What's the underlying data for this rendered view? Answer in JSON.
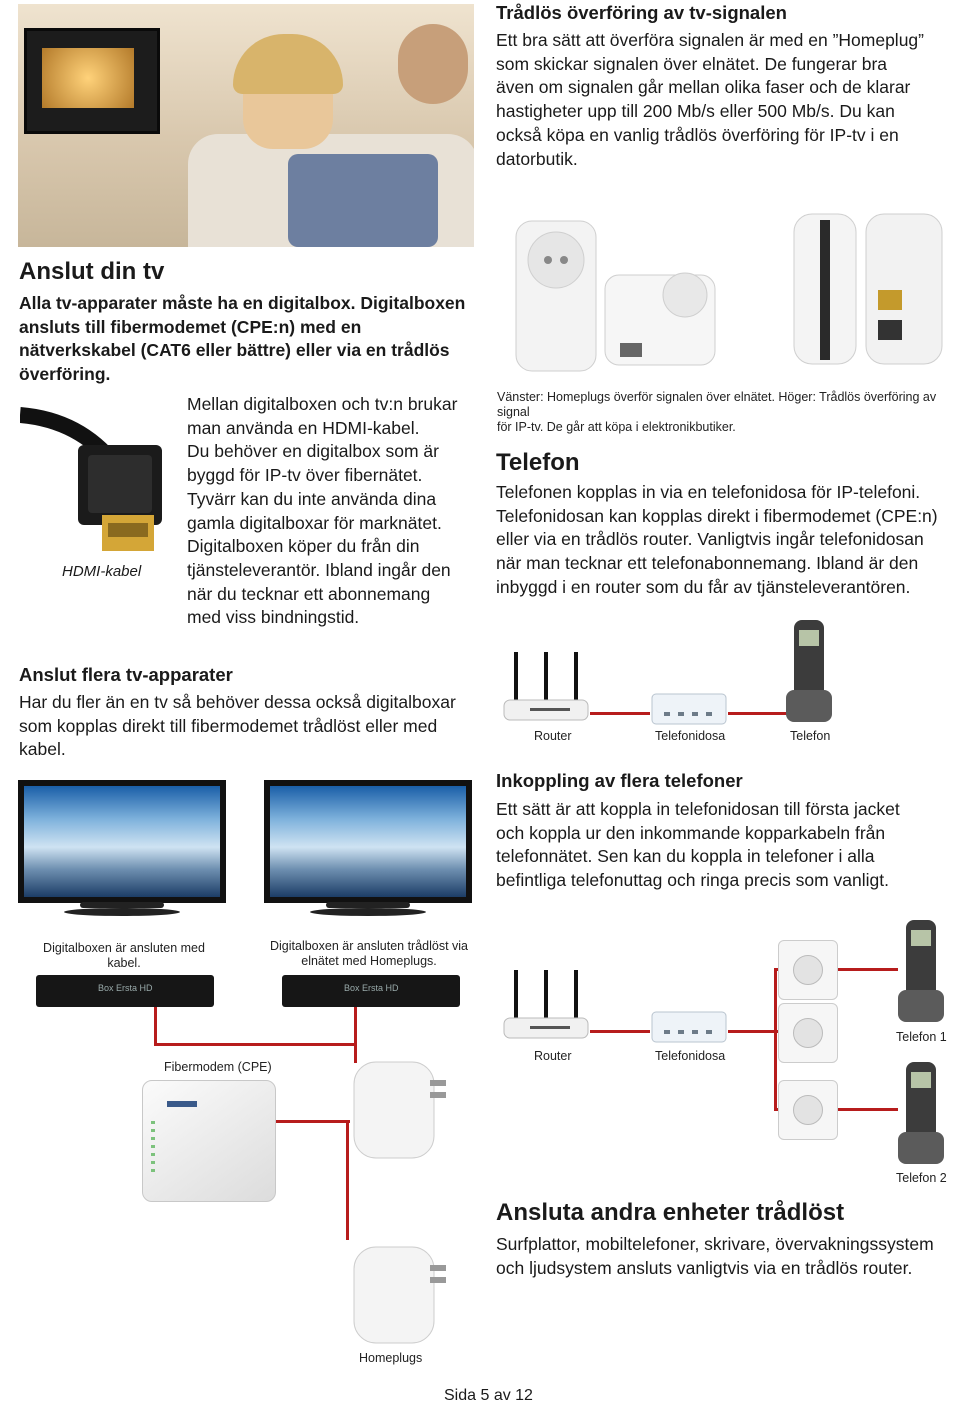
{
  "top_right": {
    "heading": "Trådlös överföring av tv-signalen",
    "lines": [
      "Ett bra sätt att överföra signalen är med en ”Homeplug”",
      "som skickar signalen över elnätet. De fungerar bra",
      "även om signalen går mellan olika faser och de klarar",
      "hastigheter upp till 200 Mb/s eller 500 Mb/s. Du kan",
      "också köpa en vanlig trådlös överföring för IP-tv i en",
      "datorbutik."
    ]
  },
  "anslut_tv": {
    "heading": "Anslut din tv",
    "intro_lines": [
      "Alla tv-apparater måste ha en digitalbox. Digitalboxen",
      "ansluts till fibermodemet (CPE:n) med en",
      "nätverkskabel (CAT6 eller bättre) eller via en trådlös",
      "överföring."
    ],
    "hdmi_caption": "HDMI-kabel",
    "body_lines": [
      "Mellan digitalboxen och tv:n brukar",
      "man använda en HDMI-kabel.",
      "Du behöver en digitalbox som är",
      "byggd för IP-tv över fibernätet.",
      "Tyvärr kan du inte använda dina",
      "gamla digitalboxar för marknätet.",
      "Digitalboxen köper du från din",
      "tjänsteleverantör. Ibland ingår den",
      "när du tecknar ett abonnemang",
      "med viss bindningstid."
    ]
  },
  "homeplug_caption_lines": [
    "Vänster: Homeplugs överför signalen över elnätet. Höger: Trådlös överföring av signal",
    "för IP-tv. De går att köpa i elektronikbutiker."
  ],
  "telefon": {
    "heading": "Telefon",
    "lines": [
      "Telefonen kopplas in via en telefonidosa för IP-telefoni.",
      "Telefonidosan kan kopplas direkt i fibermodemet (CPE:n)",
      "eller via en trådlös router. Vanligtvis ingår telefonidosan",
      "när man tecknar ett telefonabonnemang. Ibland är den",
      "inbyggd i en router som du får av tjänsteleverantören."
    ],
    "diagram_labels": {
      "router": "Router",
      "telefonidosa": "Telefonidosa",
      "telefon": "Telefon"
    }
  },
  "flera_tv": {
    "heading": "Anslut flera tv-apparater",
    "lines": [
      "Har du fler än en tv så behöver dessa också digitalboxar",
      "som kopplas direkt till fibermodemet trådlöst eller med",
      "kabel."
    ],
    "box_label_left_lines": [
      "Digitalboxen är ansluten med",
      "kabel."
    ],
    "box_label_right_lines": [
      "Digitalboxen är ansluten trådlöst via",
      "elnätet med Homeplugs."
    ],
    "box_display": "Box Ersta HD",
    "modem_label": "Fibermodem (CPE)",
    "homeplugs_label": "Homeplugs"
  },
  "flera_telefoner": {
    "heading": "Inkoppling av flera telefoner",
    "lines": [
      "Ett sätt är att koppla in telefonidosan till första jacket",
      "och koppla ur den inkommande kopparkabeln från",
      "telefonnätet. Sen kan du koppla in telefoner i alla",
      "befintliga telefonuttag och ringa precis som vanligt."
    ],
    "diagram_labels": {
      "router": "Router",
      "telefonidosa": "Telefonidosa",
      "telefon1": "Telefon 1",
      "telefon2": "Telefon 2"
    }
  },
  "andra_enheter": {
    "heading": "Ansluta andra enheter trådlöst",
    "lines": [
      "Surfplattor, mobiltelefoner, skrivare, övervakningssystem",
      "och ljudsystem ansluts vanligtvis via en trådlös router."
    ]
  },
  "footer": {
    "page": "Sida 5 av 12"
  },
  "colors": {
    "cable_red": "#b71c1c",
    "text": "#1a1a1a"
  },
  "icons": [
    "hdmi-cable-icon",
    "homeplug-icon",
    "router-icon",
    "telefonidosa-icon",
    "phone-icon",
    "wall-socket-icon",
    "tv-icon",
    "set-top-box-icon",
    "modem-icon"
  ]
}
